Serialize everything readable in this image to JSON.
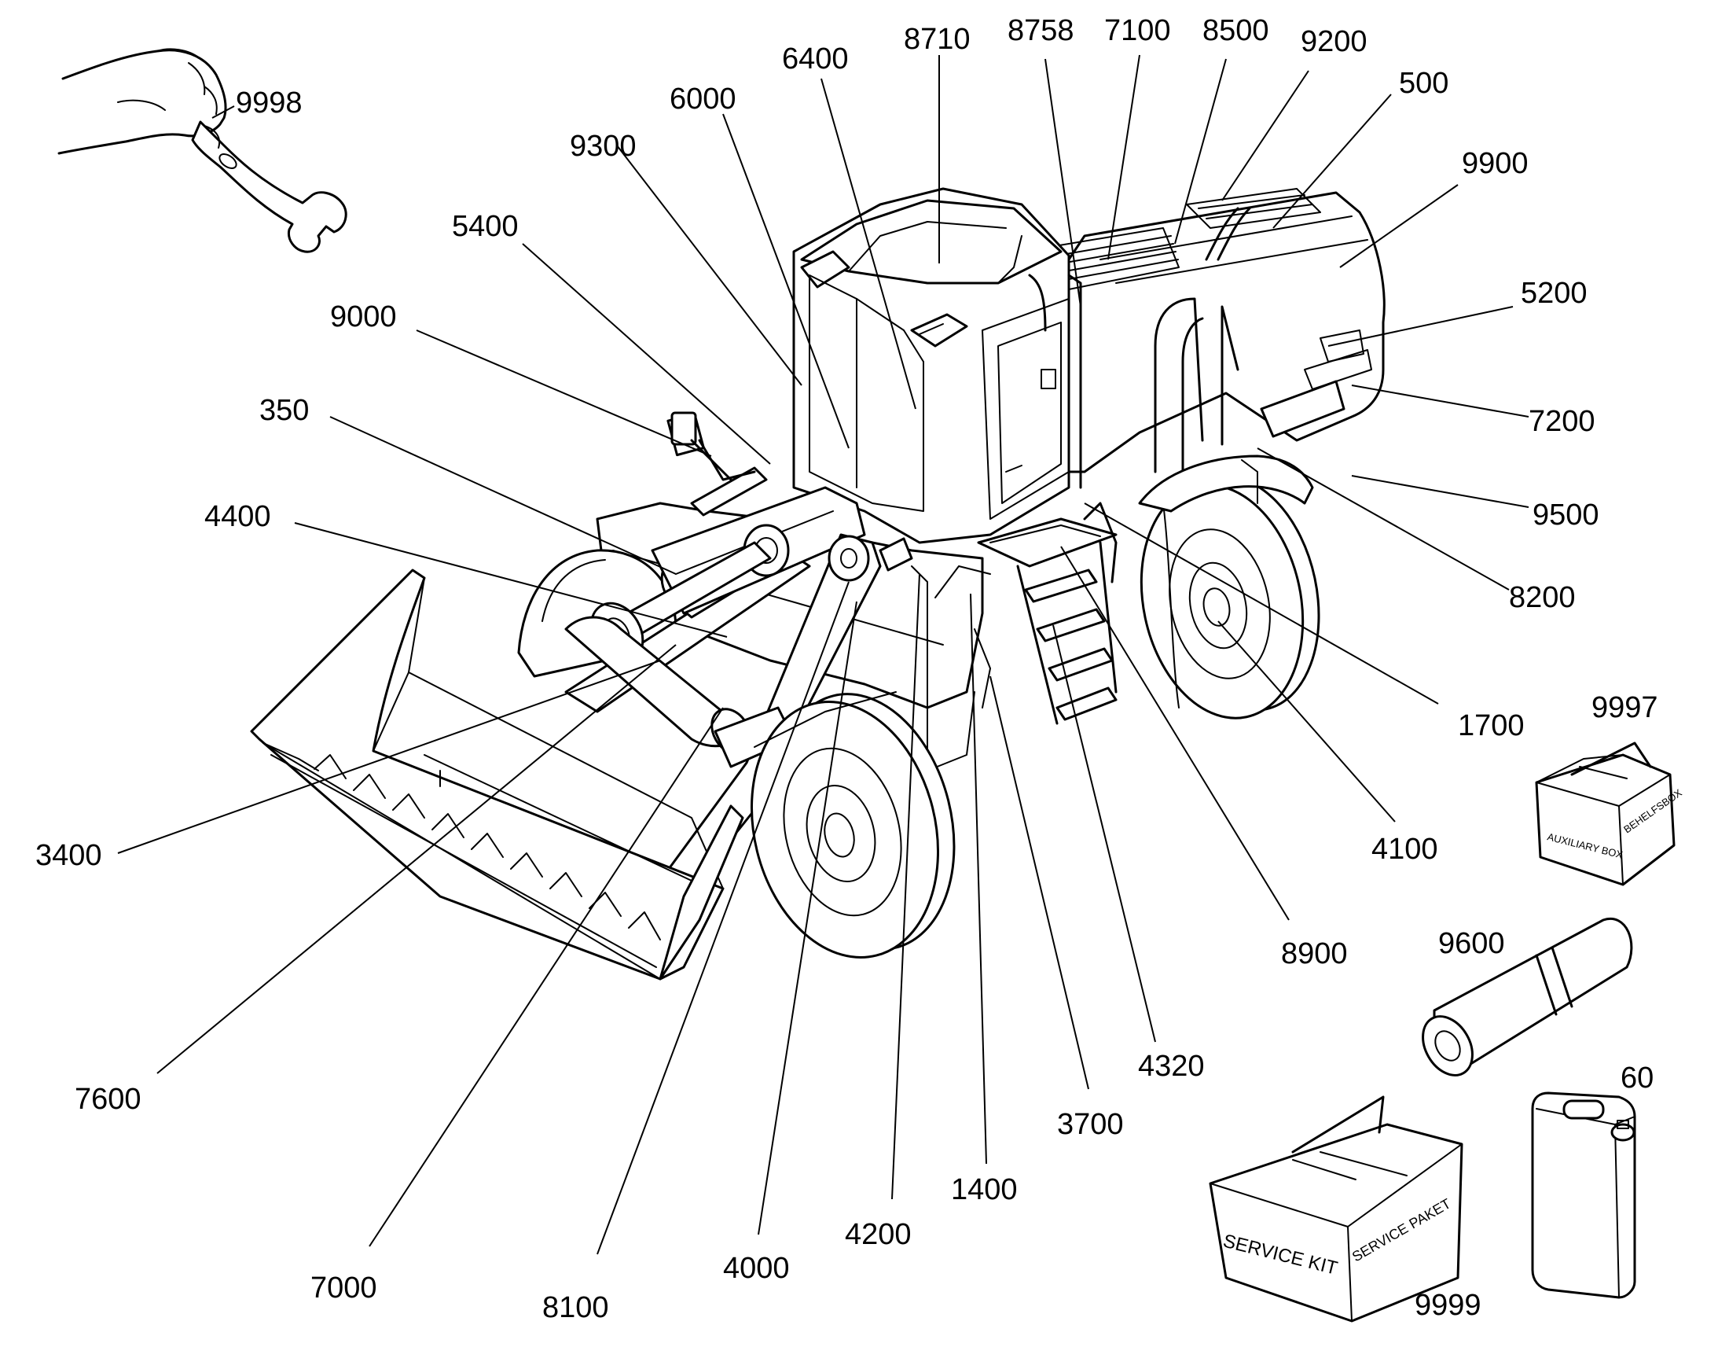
{
  "callouts": [
    {
      "id": "9998"
    },
    {
      "id": "6400"
    },
    {
      "id": "8710"
    },
    {
      "id": "8758"
    },
    {
      "id": "7100"
    },
    {
      "id": "8500"
    },
    {
      "id": "9200"
    },
    {
      "id": "500"
    },
    {
      "id": "9900"
    },
    {
      "id": "6000"
    },
    {
      "id": "9300"
    },
    {
      "id": "5400"
    },
    {
      "id": "9000"
    },
    {
      "id": "5200"
    },
    {
      "id": "7200"
    },
    {
      "id": "350"
    },
    {
      "id": "4400"
    },
    {
      "id": "9500"
    },
    {
      "id": "8200"
    },
    {
      "id": "1700"
    },
    {
      "id": "9997"
    },
    {
      "id": "3400"
    },
    {
      "id": "4100"
    },
    {
      "id": "9600"
    },
    {
      "id": "8900"
    },
    {
      "id": "4320"
    },
    {
      "id": "60"
    },
    {
      "id": "7600"
    },
    {
      "id": "3700"
    },
    {
      "id": "1400"
    },
    {
      "id": "4200"
    },
    {
      "id": "4000"
    },
    {
      "id": "7000"
    },
    {
      "id": "8100"
    },
    {
      "id": "9999"
    }
  ],
  "accessories": {
    "auxiliary_box": {
      "label_en": "AUXILIARY BOX",
      "label_de": "BEHELFSBOX"
    },
    "service_kit": {
      "label_en": "SERVICE KIT",
      "label_de": "SERVICE PAKET"
    }
  },
  "colors": {
    "ink": "#000000",
    "paper": "#ffffff"
  },
  "icons": [
    "hand-with-wrench",
    "wheel-loader",
    "auxiliary-box",
    "tarp-roll",
    "jerrycan",
    "service-kit-box"
  ]
}
